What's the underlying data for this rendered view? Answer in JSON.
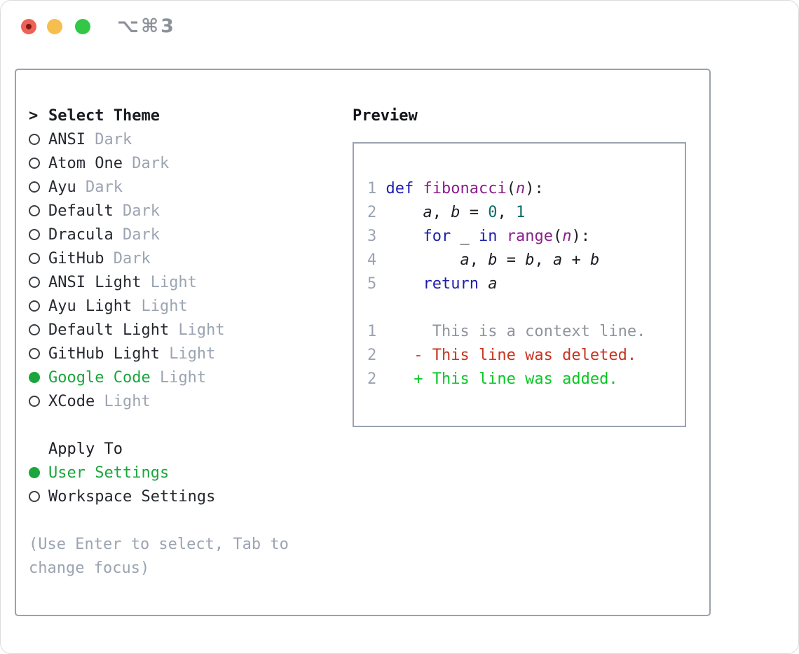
{
  "window": {
    "title_shortcut": "⌥⌘3"
  },
  "titlebar_icons": [
    "close-traffic-light",
    "minimize-traffic-light",
    "zoom-traffic-light"
  ],
  "colors": {
    "selected_green": "#1aa63c",
    "added_green": "#09c626",
    "deleted_red": "#c9341f",
    "keyword_blue": "#1e1eae",
    "function_purple": "#8b1f8b",
    "number_teal": "#0e6a66",
    "muted_gray": "#9ba4b1",
    "line_number_gray": "#9aa3b2",
    "context_gray": "#8d949d",
    "border_gray": "#9aa2ae",
    "traffic_red": "#ee6156",
    "traffic_yellow": "#f6be4f",
    "traffic_green": "#33c748"
  },
  "theme_panel": {
    "header": "Select Theme",
    "cursor": ">",
    "items": [
      {
        "name": "ANSI",
        "variant": "Dark",
        "selected": false
      },
      {
        "name": "Atom One",
        "variant": "Dark",
        "selected": false
      },
      {
        "name": "Ayu",
        "variant": "Dark",
        "selected": false
      },
      {
        "name": "Default",
        "variant": "Dark",
        "selected": false
      },
      {
        "name": "Dracula",
        "variant": "Dark",
        "selected": false
      },
      {
        "name": "GitHub",
        "variant": "Dark",
        "selected": false
      },
      {
        "name": "ANSI Light",
        "variant": "Light",
        "selected": false
      },
      {
        "name": "Ayu Light",
        "variant": "Light",
        "selected": false
      },
      {
        "name": "Default Light",
        "variant": "Light",
        "selected": false
      },
      {
        "name": "GitHub Light",
        "variant": "Light",
        "selected": false
      },
      {
        "name": "Google Code",
        "variant": "Light",
        "selected": true
      },
      {
        "name": "XCode",
        "variant": "Light",
        "selected": false
      }
    ],
    "apply_to": {
      "header": "Apply To",
      "options": [
        {
          "label": "User Settings",
          "selected": true
        },
        {
          "label": "Workspace Settings",
          "selected": false
        }
      ]
    },
    "help_text": "(Use Enter to select, Tab to change focus)"
  },
  "preview": {
    "header": "Preview",
    "code_lines": [
      {
        "number": "1",
        "tokens": [
          {
            "t": "kw",
            "s": "def"
          },
          {
            "t": "pl",
            "s": " "
          },
          {
            "t": "fn",
            "s": "fibonacci"
          },
          {
            "t": "pl",
            "s": "("
          },
          {
            "t": "pr",
            "s": "n"
          },
          {
            "t": "pl",
            "s": "):"
          }
        ]
      },
      {
        "number": "2",
        "tokens": [
          {
            "t": "pl",
            "s": "    "
          },
          {
            "t": "vr",
            "s": "a"
          },
          {
            "t": "pl",
            "s": ", "
          },
          {
            "t": "vr",
            "s": "b"
          },
          {
            "t": "pl",
            "s": " = "
          },
          {
            "t": "nm",
            "s": "0"
          },
          {
            "t": "pl",
            "s": ", "
          },
          {
            "t": "nm",
            "s": "1"
          }
        ]
      },
      {
        "number": "3",
        "tokens": [
          {
            "t": "pl",
            "s": "    "
          },
          {
            "t": "kw",
            "s": "for"
          },
          {
            "t": "pl",
            "s": " _ "
          },
          {
            "t": "kw",
            "s": "in"
          },
          {
            "t": "pl",
            "s": " "
          },
          {
            "t": "fn",
            "s": "range"
          },
          {
            "t": "pl",
            "s": "("
          },
          {
            "t": "pr",
            "s": "n"
          },
          {
            "t": "pl",
            "s": "):"
          }
        ]
      },
      {
        "number": "4",
        "tokens": [
          {
            "t": "pl",
            "s": "        "
          },
          {
            "t": "vr",
            "s": "a"
          },
          {
            "t": "pl",
            "s": ", "
          },
          {
            "t": "vr",
            "s": "b"
          },
          {
            "t": "pl",
            "s": " = "
          },
          {
            "t": "vr",
            "s": "b"
          },
          {
            "t": "pl",
            "s": ", "
          },
          {
            "t": "vr",
            "s": "a"
          },
          {
            "t": "pl",
            "s": " + "
          },
          {
            "t": "vr",
            "s": "b"
          }
        ]
      },
      {
        "number": "5",
        "tokens": [
          {
            "t": "pl",
            "s": "    "
          },
          {
            "t": "kw",
            "s": "return"
          },
          {
            "t": "pl",
            "s": " "
          },
          {
            "t": "vr",
            "s": "a"
          }
        ]
      }
    ],
    "diff_lines": [
      {
        "number": "1",
        "marker": " ",
        "text": "This is a context line.",
        "type": "context"
      },
      {
        "number": "2",
        "marker": "-",
        "text": "This line was deleted.",
        "type": "deleted"
      },
      {
        "number": "2",
        "marker": "+",
        "text": "This line was added.",
        "type": "added"
      }
    ]
  }
}
